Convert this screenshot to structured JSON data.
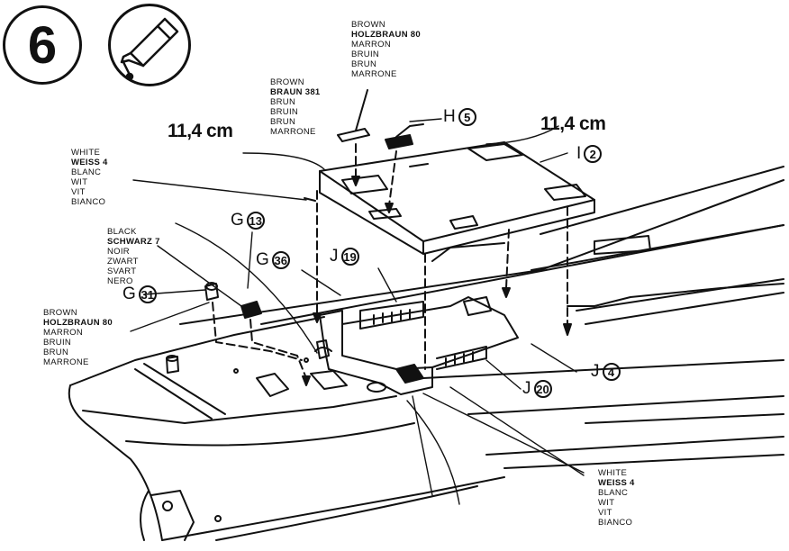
{
  "step": {
    "number": "6",
    "glue_icon": "glue-tube-icon"
  },
  "measurements": {
    "left": "11,4 cm",
    "right": "11,4 cm"
  },
  "labels": {
    "brown_holzbraun_top": [
      "BROWN",
      "HOLZBRAUN 80",
      "MARRON",
      "BRUIN",
      "BRUN",
      "MARRONE"
    ],
    "brown_braun381": [
      "BROWN",
      "BRAUN 381",
      "BRUN",
      "BRUIN",
      "BRUN",
      "MARRONE"
    ],
    "white_weiss_left": [
      "WHITE",
      "WEISS 4",
      "BLANC",
      "WIT",
      "VIT",
      "BIANCO"
    ],
    "black_schwarz": [
      "BLACK",
      "SCHWARZ 7",
      "NOIR",
      "ZWART",
      "SVART",
      "NERO"
    ],
    "brown_holzbraun_left": [
      "BROWN",
      "HOLZBRAUN 80",
      "MARRON",
      "BRUIN",
      "BRUN",
      "MARRONE"
    ],
    "white_weiss_bottom": [
      "WHITE",
      "WEISS 4",
      "BLANC",
      "WIT",
      "VIT",
      "BIANCO"
    ]
  },
  "parts": {
    "h5": {
      "letter": "H",
      "num": "5"
    },
    "i2": {
      "letter": "I",
      "num": "2"
    },
    "g13": {
      "letter": "G",
      "num": "13"
    },
    "g36": {
      "letter": "G",
      "num": "36"
    },
    "j19": {
      "letter": "J",
      "num": "19"
    },
    "g31": {
      "letter": "G",
      "num": "31"
    },
    "j4": {
      "letter": "J",
      "num": "4"
    },
    "j20": {
      "letter": "J",
      "num": "20"
    }
  },
  "colors": {
    "ink": "#111111",
    "paper": "#ffffff"
  }
}
